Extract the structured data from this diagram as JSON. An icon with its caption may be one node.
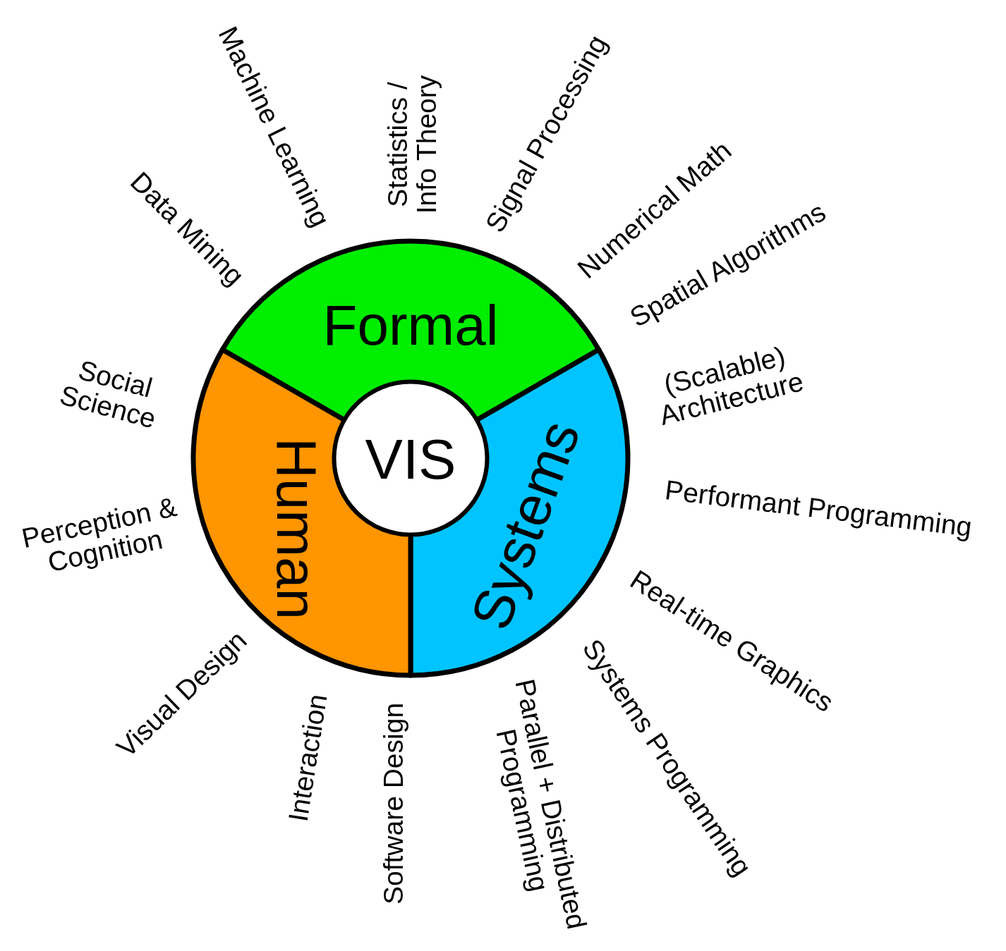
{
  "diagram": {
    "nodes": [
      {
        "text": [
          "Formal"
        ]
      },
      {
        "text": [
          "Systems"
        ]
      },
      {
        "text": [
          "Human"
        ]
      },
      {
        "text": [
          "VIS"
        ]
      }
    ],
    "labels": [
      "Machine Learning",
      "Statistics / Info Theory",
      "Signal Processing",
      "Data Mining",
      "Numerical Math",
      "Spatial Algorithms",
      "Social Science",
      "(Scalable) Architecture",
      "Performant Programming",
      "Perception & Cognition",
      "Real-time Graphics",
      "Visual Design",
      "Systems Programming",
      "Interaction",
      "Software Design",
      "Parallel + Distributed Programming"
    ]
  }
}
